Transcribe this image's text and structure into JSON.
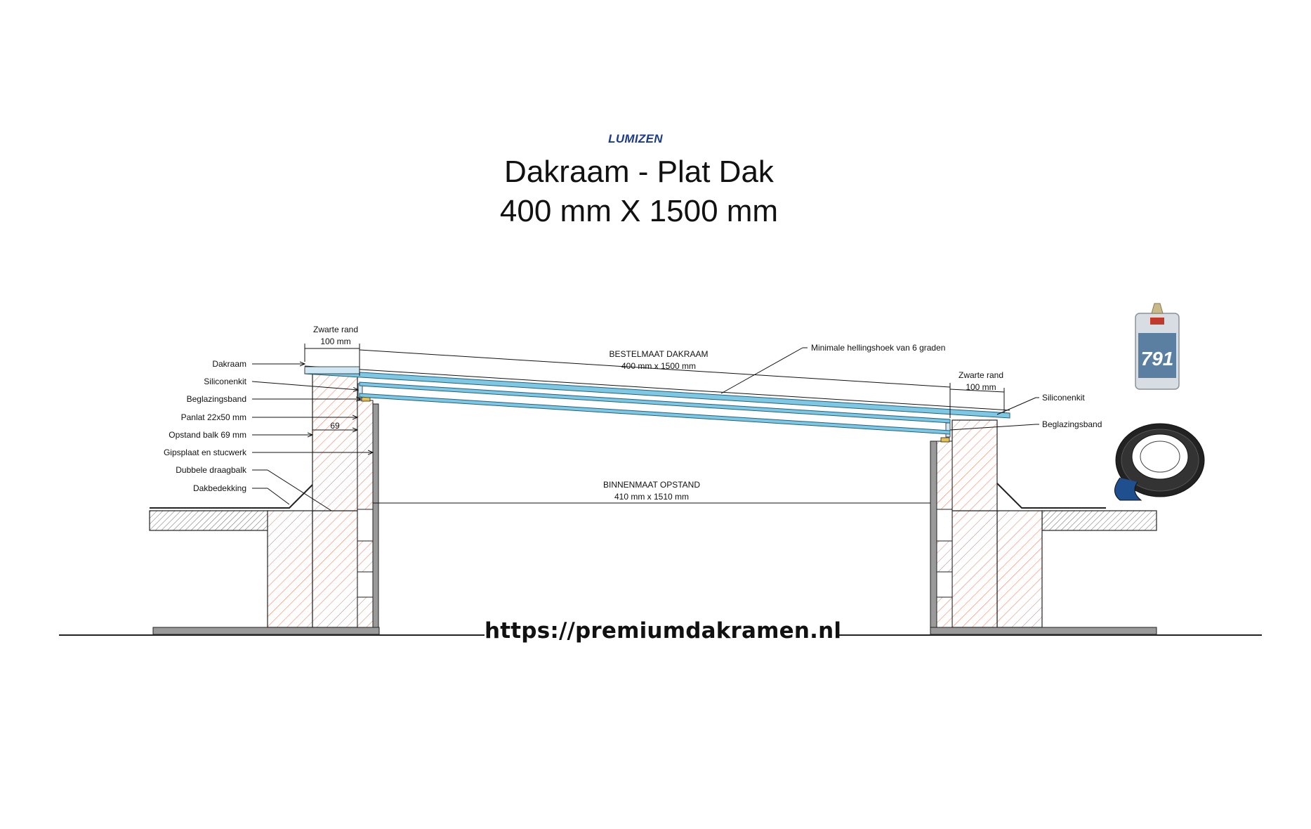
{
  "header": {
    "logo": "LUMIZEN",
    "title": "Dakraam - Plat Dak",
    "subtitle": "400 mm X 1500 mm"
  },
  "labels_left": {
    "dakraam": "Dakraam",
    "siliconenkit": "Siliconenkit",
    "beglazingsband": "Beglazingsband",
    "panlat": "Panlat 22x50 mm",
    "opstand_balk": "Opstand balk 69 mm",
    "gipsplaat": "Gipsplaat en stucwerk",
    "dubbele_draagbalk": "Dubbele draagbalk",
    "dakbedekking": "Dakbedekking"
  },
  "labels_right": {
    "siliconenkit": "Siliconenkit",
    "beglazingsband": "Beglazingsband"
  },
  "dimensions": {
    "zwarte_rand_left_line1": "Zwarte rand",
    "zwarte_rand_left_line2": "100 mm",
    "zwarte_rand_right_line1": "Zwarte rand",
    "zwarte_rand_right_line2": "100 mm",
    "bestelmaat_line1": "BESTELMAAT DAKRAAM",
    "bestelmaat_line2": "400 mm x 1500 mm",
    "helling": "Minimale hellingshoek van 6 graden",
    "opstand_width": "69",
    "binnenmaat_line1": "BINNENMAAT OPSTAND",
    "binnenmaat_line2": "410 mm x 1510 mm"
  },
  "footer": {
    "url": "https://premiumdakramen.nl"
  },
  "colors": {
    "glass": "#7ec8e3",
    "glass_dark": "#3b8fb5",
    "hatch": "#e87a5d",
    "logo": "#1e3a8a",
    "gray": "#9a9a9a"
  },
  "icons": {
    "product_tube": "silicone-tube-icon",
    "product_tape": "glazing-tape-roll-icon"
  }
}
